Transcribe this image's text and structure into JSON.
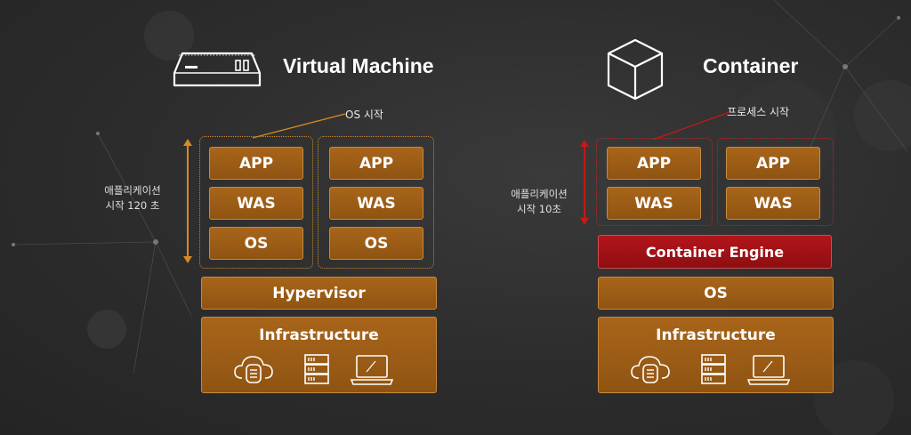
{
  "vm": {
    "title": "Virtual Machine",
    "annotation": "OS 시작",
    "side_label_line1": "애플리케이션",
    "side_label_line2": "시작 120 초",
    "stack_left": [
      "APP",
      "WAS",
      "OS"
    ],
    "stack_right": [
      "APP",
      "WAS",
      "OS"
    ],
    "hypervisor": "Hypervisor",
    "infrastructure": "Infrastructure"
  },
  "container": {
    "title": "Container",
    "annotation": "프로세스 시작",
    "side_label_line1": "애플리케이션",
    "side_label_line2": "시작 10초",
    "stack_left": [
      "APP",
      "WAS"
    ],
    "stack_right": [
      "APP",
      "WAS"
    ],
    "engine": "Container Engine",
    "os": "OS",
    "infrastructure": "Infrastructure"
  },
  "colors": {
    "box": "#9a5a15",
    "engine": "#a01216",
    "arrow_vm": "#d88a22",
    "arrow_container": "#c01a1a",
    "background": "#2c2c2c"
  },
  "icons": [
    "server-box-icon",
    "cube-icon",
    "cloud-database-icon",
    "server-rack-icon",
    "laptop-icon"
  ]
}
